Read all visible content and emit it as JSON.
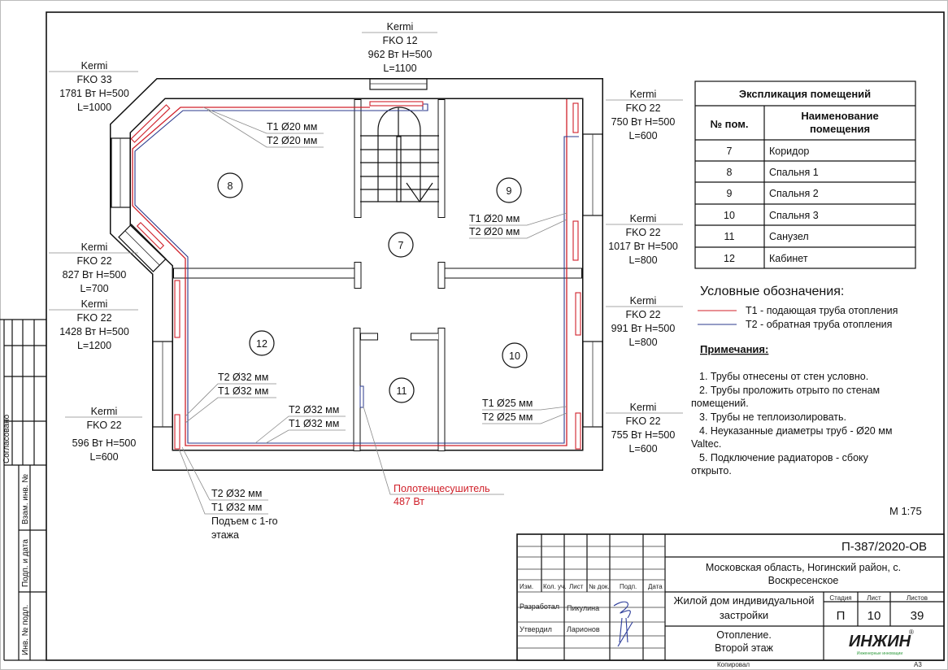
{
  "colors": {
    "t1_supply": "#d0202a",
    "t2_return": "#2b3a8c",
    "logo_green": "#2e9a3c"
  },
  "radiators": [
    {
      "brand": "Kermi",
      "model": "FKO 12",
      "power": "962 Вт H=500",
      "length": "L=1100"
    },
    {
      "brand": "Kermi",
      "model": "FKO 33",
      "power": "1781 Вт H=500",
      "length": "L=1000"
    },
    {
      "brand": "Kermi",
      "model": "FKO 22",
      "power": "750 Вт H=500",
      "length": "L=600"
    },
    {
      "brand": "Kermi",
      "model": "FKO 22",
      "power": "1017 Вт H=500",
      "length": "L=800"
    },
    {
      "brand": "Kermi",
      "model": "FKO 22",
      "power": "827 Вт H=500",
      "length": "L=700"
    },
    {
      "brand": "Kermi",
      "model": "FKO 22",
      "power": "1428 Вт H=500",
      "length": "L=1200"
    },
    {
      "brand": "Kermi",
      "model": "FKO 22",
      "power": "991 Вт H=500",
      "length": "L=800"
    },
    {
      "brand": "Kermi",
      "model": "FKO 22",
      "power": "596 Вт H=500",
      "length": "L=600"
    },
    {
      "brand": "Kermi",
      "model": "FKO 22",
      "power": "755 Вт H=500",
      "length": "L=600"
    }
  ],
  "pipe_labels": {
    "room8": [
      "T1 Ø20 мм",
      "T2 Ø20 мм"
    ],
    "room9": [
      "T1 Ø20 мм",
      "T2 Ø20 мм"
    ],
    "room12": [
      "T2 Ø32 мм",
      "T1 Ø32 мм"
    ],
    "bottom": [
      "T2 Ø32 мм",
      "T1 Ø32 мм"
    ],
    "room10": [
      "T1 Ø25 мм",
      "T2 Ø25 мм"
    ],
    "riser": [
      "T2 Ø32 мм",
      "T1 Ø32 мм",
      "Подъем с 1-го",
      "этажа"
    ]
  },
  "towel_dryer": {
    "name": "Полотенцесушитель",
    "power": "487 Вт"
  },
  "rooms": [
    "7",
    "8",
    "9",
    "10",
    "11",
    "12"
  ],
  "explication": {
    "title": "Экспликация помещений",
    "col_num": "№ пом.",
    "col_name_1": "Наименование",
    "col_name_2": "помещения",
    "rows": [
      {
        "num": "7",
        "name": "Коридор"
      },
      {
        "num": "8",
        "name": "Спальня 1"
      },
      {
        "num": "9",
        "name": "Спальня 2"
      },
      {
        "num": "10",
        "name": "Спальня 3"
      },
      {
        "num": "11",
        "name": "Санузел"
      },
      {
        "num": "12",
        "name": "Кабинет"
      }
    ]
  },
  "legend": {
    "title": "Условные обозначения:",
    "t1": "T1 - подающая труба отопления",
    "t2": "T2 - обратная труба отопления"
  },
  "notes": {
    "title": "Примечания:",
    "lines": [
      "1.     Трубы отнесены от стен условно.",
      "2.     Трубы проложить отрыто по стенам",
      "помещений.",
      "3.     Трубы не теплоизолировать.",
      "4.     Неуказанные диаметры труб - Ø20 мм",
      "Valtec.",
      "5.     Подключение радиаторов - сбоку",
      "открыто."
    ]
  },
  "scale": "М 1:75",
  "title_block": {
    "code": "П-387/2020-ОВ",
    "address_1": "Московская область, Ногинский район, с.",
    "address_2": "Воскресенское",
    "object_1": "Жилой дом индивидуальной",
    "object_2": "застройки",
    "sheet_title_1": "Отопление.",
    "sheet_title_2": "Второй этаж",
    "headers": [
      "Изм.",
      "Кол. уч.",
      "Лист",
      "№ док.",
      "Подп.",
      "Дата"
    ],
    "developed_label": "Разработал",
    "developed_name": "Пикулина",
    "approved_label": "Утвердил",
    "approved_name": "Ларионов",
    "stage_label": "Стадия",
    "sheet_label": "Лист",
    "sheets_label": "Листов",
    "stage": "П",
    "sheet": "10",
    "sheets": "39",
    "logo": "ИНЖИН",
    "logo_sub": "Инженерные инновации",
    "copied": "Копировал",
    "format": "А3"
  },
  "side_stamp": {
    "agreed": "Согласовано",
    "replace_inv": "Взам. инв. №",
    "sign_date": "Подп. и дата",
    "inv_orig": "Инв. № подл."
  }
}
